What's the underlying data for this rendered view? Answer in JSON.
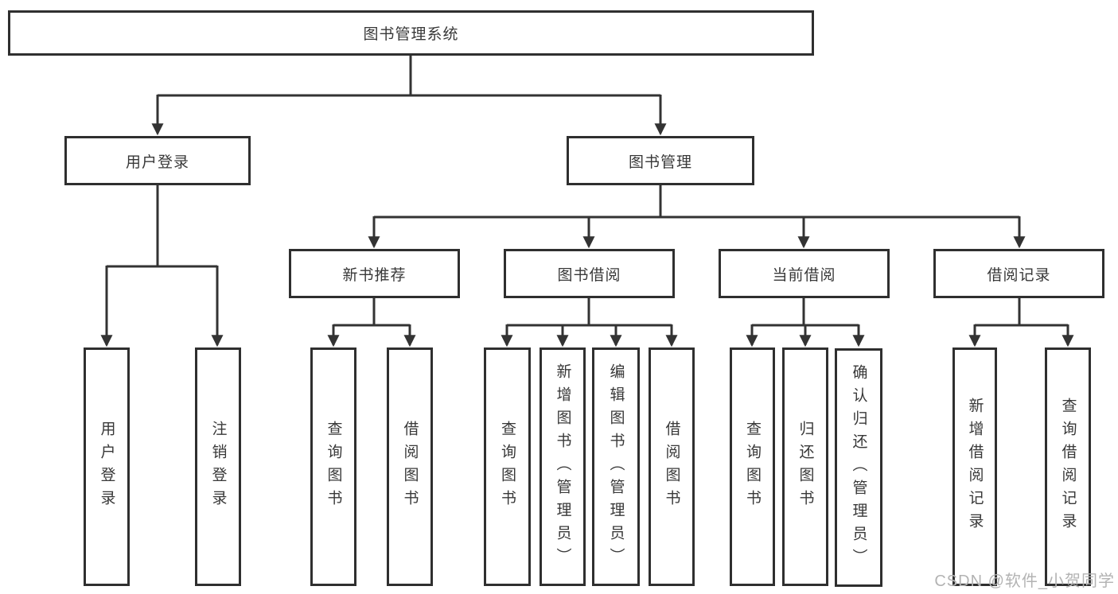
{
  "diagram": {
    "root": {
      "label": "图书管理系统"
    },
    "level2": [
      {
        "label": "用户登录"
      },
      {
        "label": "图书管理"
      }
    ],
    "level3": [
      {
        "label": "新书推荐"
      },
      {
        "label": "图书借阅"
      },
      {
        "label": "当前借阅"
      },
      {
        "label": "借阅记录"
      }
    ],
    "leaves": {
      "user_login": [
        "用户登录",
        "注销登录"
      ],
      "new_book": [
        "查询图书",
        "借阅图书"
      ],
      "borrow": [
        "查询图书",
        "新增图书（管理员）",
        "编辑图书（管理员）",
        "借阅图书"
      ],
      "current": [
        "查询图书",
        "归还图书",
        "确认归还（管理员）"
      ],
      "records": [
        "新增借阅记录",
        "查询借阅记录"
      ]
    }
  },
  "watermark": {
    "text": "CSDN @软件_小贺同学"
  },
  "colors": {
    "line": "#333333",
    "box_border": "#2f2f2f",
    "text": "#383838",
    "watermark": "#b3b3b3"
  }
}
